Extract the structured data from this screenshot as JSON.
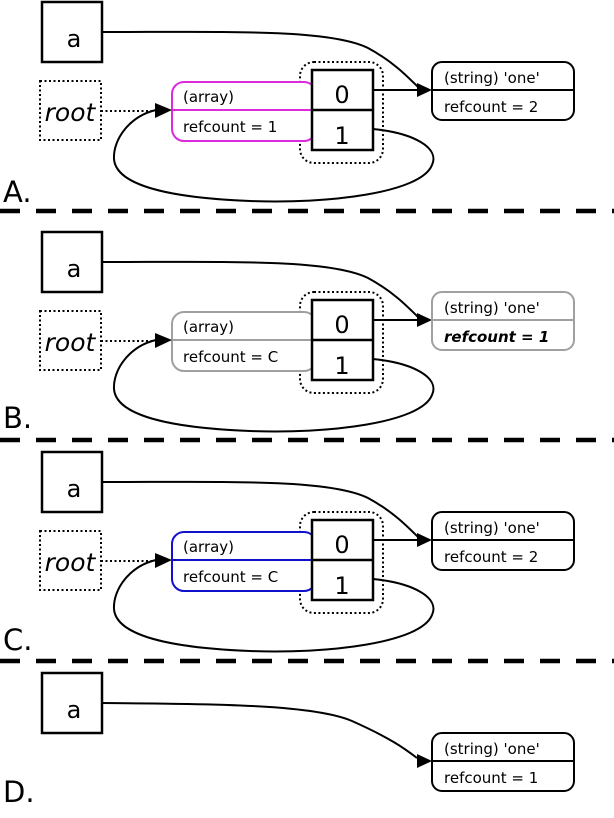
{
  "colors": {
    "ink": "#000000",
    "array_highlight_panel_a": "#dd2add",
    "array_highlight_panel_c": "#1111cc",
    "muted_gray": "#a0a0a0",
    "muted_gray_dark": "#808080"
  },
  "panels": [
    {
      "label": "A.",
      "variable": "a",
      "root": "root",
      "cells": [
        "0",
        "1"
      ],
      "array_node": {
        "type_label": "(array)",
        "refcount_label": "refcount = 1"
      },
      "string_node": {
        "type_label": "(string) 'one'",
        "refcount_label": "refcount = 2"
      }
    },
    {
      "label": "B.",
      "variable": "a",
      "root": "root",
      "cells": [
        "0",
        "1"
      ],
      "array_node": {
        "type_label": "(array)",
        "refcount_label": "refcount = C"
      },
      "string_node": {
        "type_label": "(string) 'one'",
        "refcount_label": "refcount = 1"
      }
    },
    {
      "label": "C.",
      "variable": "a",
      "root": "root",
      "cells": [
        "0",
        "1"
      ],
      "array_node": {
        "type_label": "(array)",
        "refcount_label": "refcount = C"
      },
      "string_node": {
        "type_label": "(string) 'one'",
        "refcount_label": "refcount = 2"
      }
    },
    {
      "label": "D.",
      "variable": "a",
      "string_node": {
        "type_label": "(string) 'one'",
        "refcount_label": "refcount = 1"
      }
    }
  ]
}
